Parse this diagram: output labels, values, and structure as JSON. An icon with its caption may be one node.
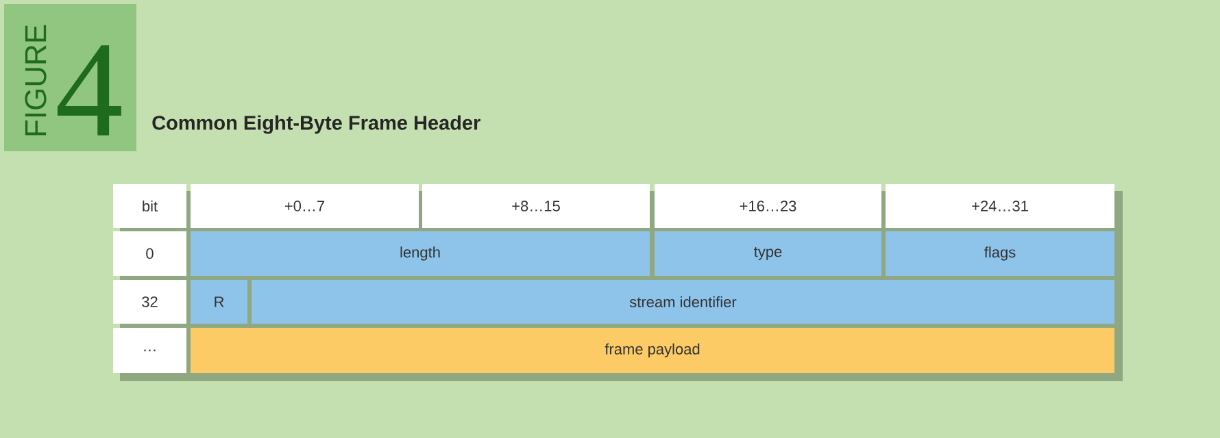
{
  "diagram": {
    "title": "Common Eight-Byte Frame Header",
    "labels": [
      "FIGURE",
      "4",
      "bit",
      "+0…7",
      "+8…15",
      "+16…23",
      "+24…31",
      "0",
      "length",
      "type",
      "flags",
      "32",
      "R",
      "stream identifier",
      "…",
      "frame payload"
    ]
  }
}
